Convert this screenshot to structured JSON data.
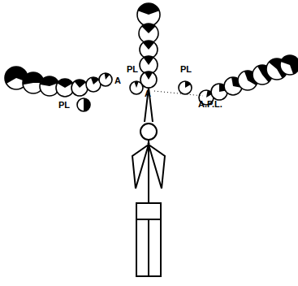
{
  "diagram": {
    "labels": [
      "PL",
      "PL",
      "A",
      "A",
      "A.P.L.",
      "PL"
    ]
  }
}
